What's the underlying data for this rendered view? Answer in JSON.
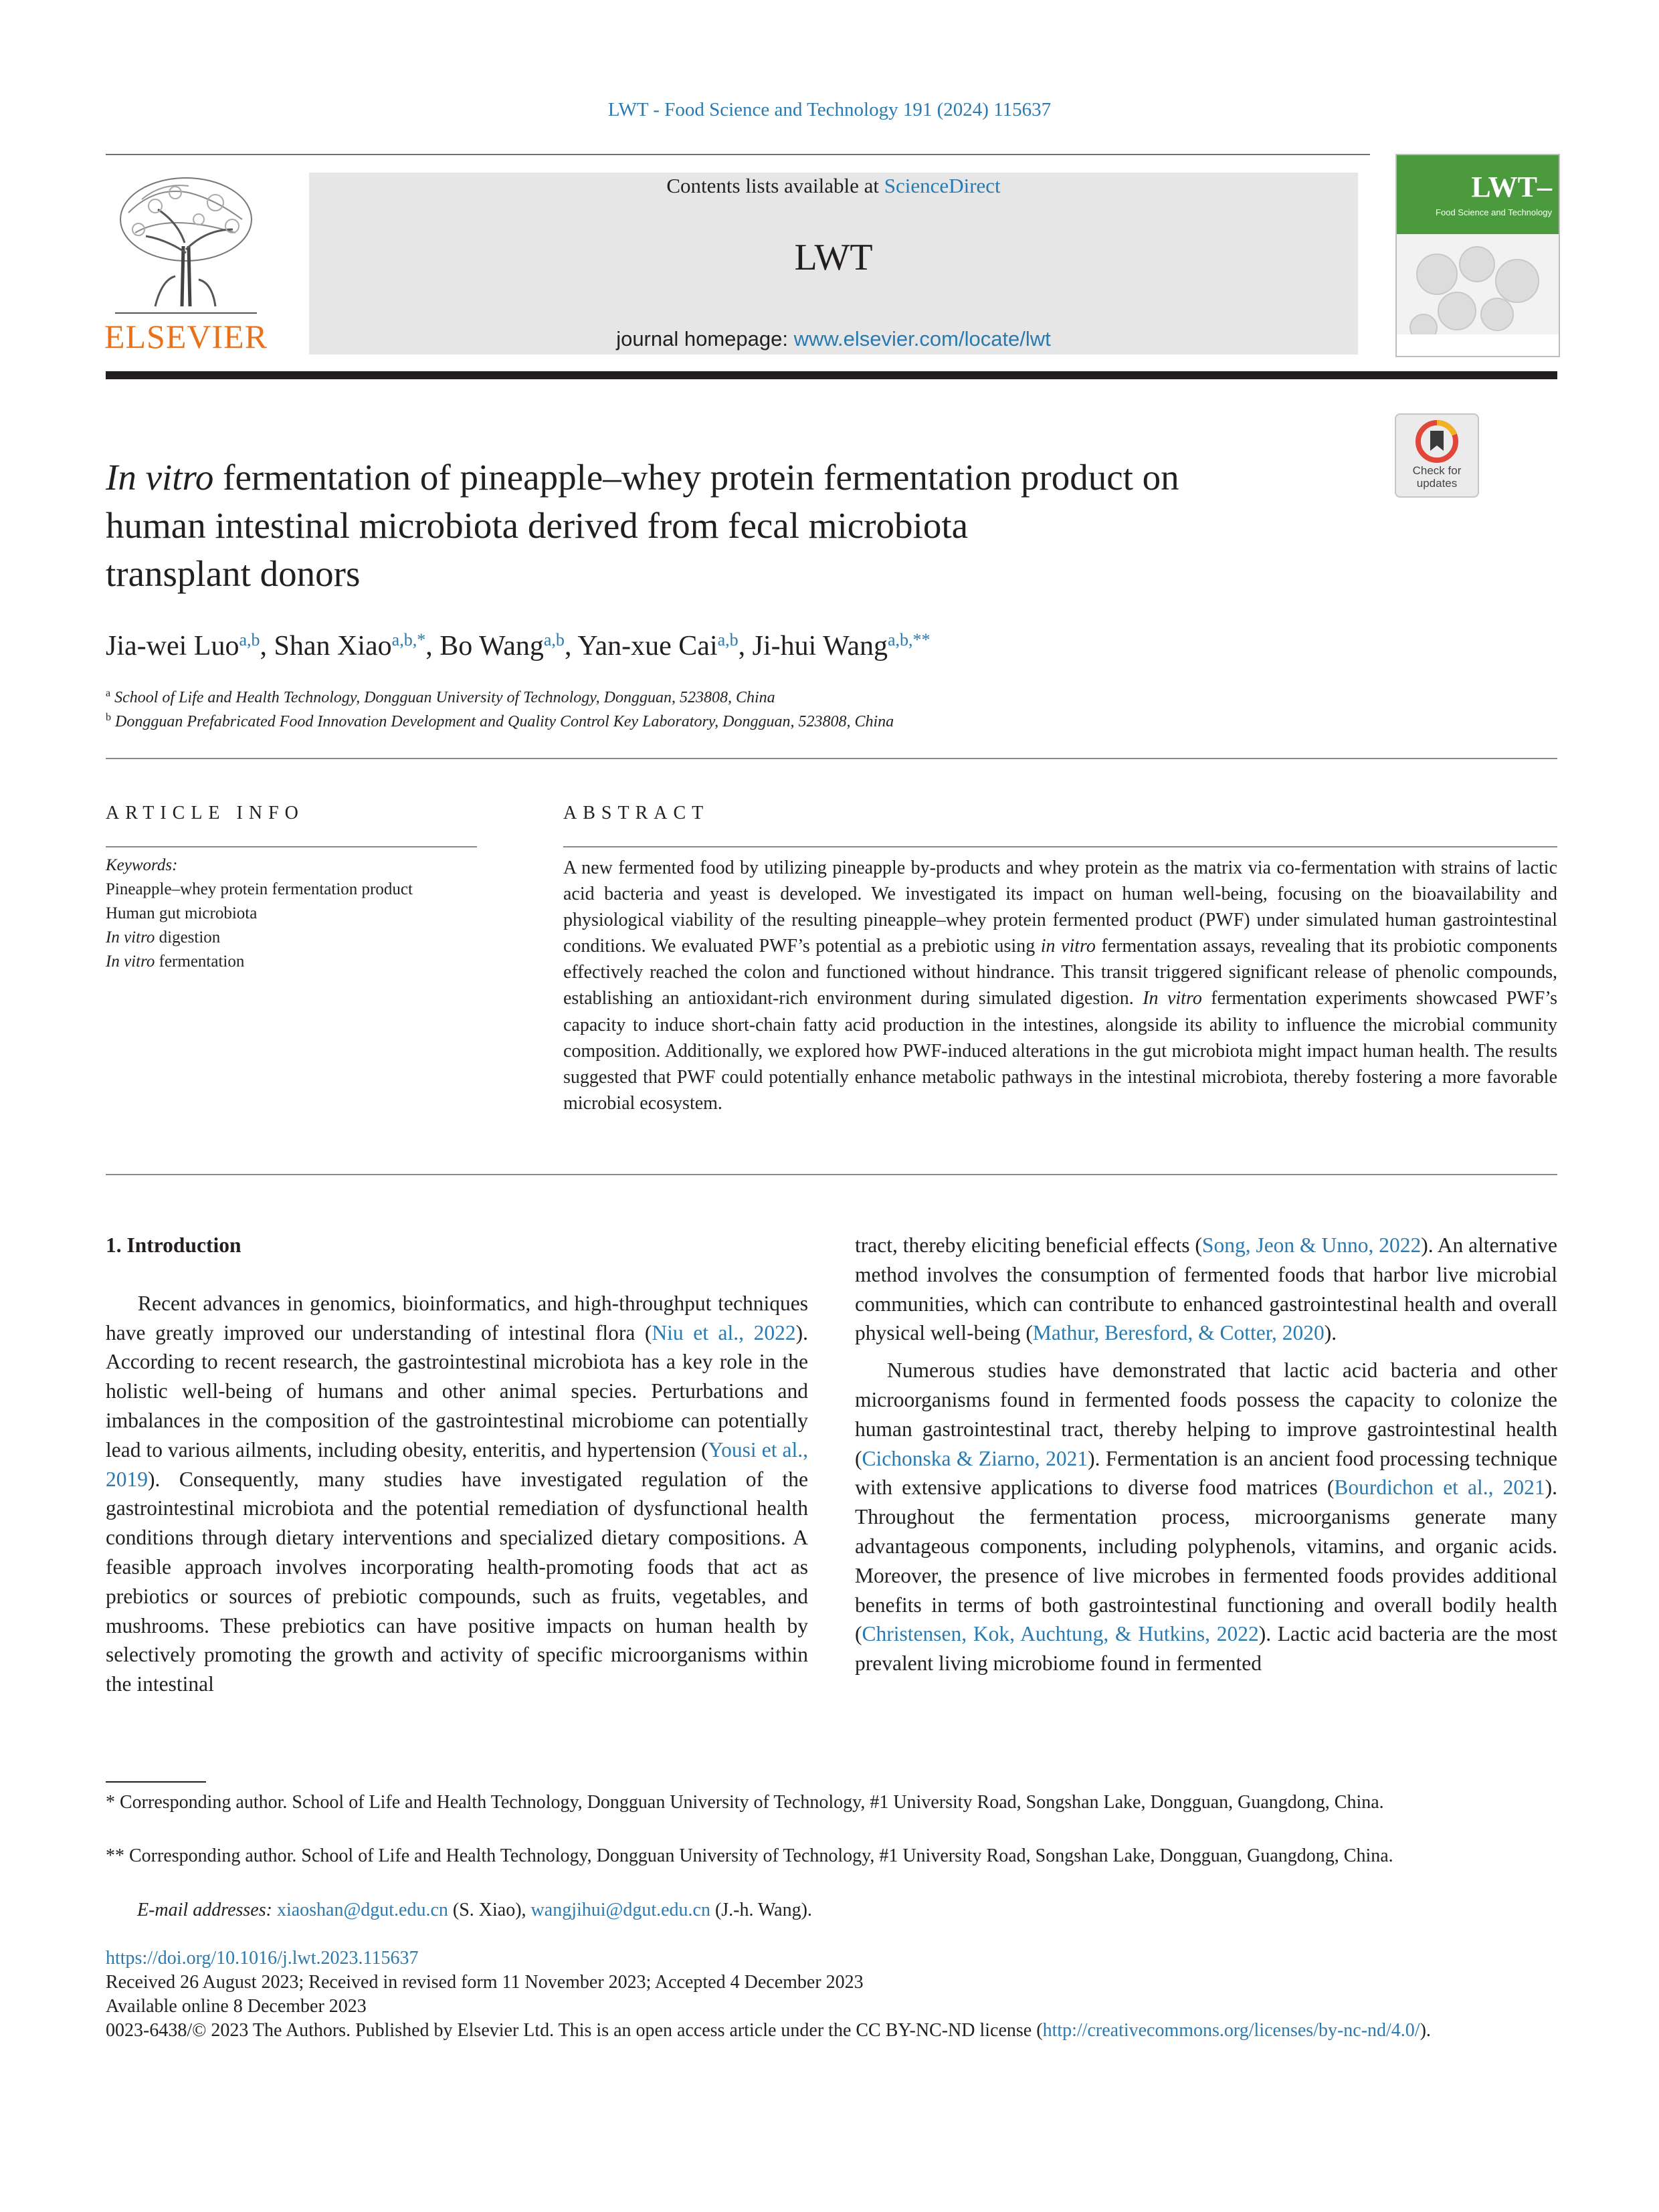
{
  "header": {
    "journal_ref": "LWT - Food Science and Technology 191 (2024) 115637",
    "contents_prefix": "Contents lists available at ",
    "contents_link": "ScienceDirect",
    "journal_name": "LWT",
    "homepage_prefix": "journal homepage: ",
    "homepage_link": "www.elsevier.com/locate/lwt",
    "publisher": "ELSEVIER",
    "cover_title": "LWT",
    "cover_subtitle": "Food Science and Technology",
    "check_badge": "Check for updates"
  },
  "article": {
    "title_italic": "In vitro",
    "title_rest": " fermentation of pineapple–whey protein fermentation product on",
    "title_line2": "human intestinal microbiota derived from fecal microbiota",
    "title_line3": "transplant donors",
    "authors": [
      {
        "name": "Jia-wei Luo",
        "sup": "a,b",
        "sep": ", "
      },
      {
        "name": "Shan Xiao",
        "sup": "a,b,*",
        "sep": ", "
      },
      {
        "name": "Bo Wang",
        "sup": "a,b",
        "sep": ", "
      },
      {
        "name": "Yan-xue Cai",
        "sup": "a,b",
        "sep": ", "
      },
      {
        "name": "Ji-hui Wang",
        "sup": "a,b,**",
        "sep": ""
      }
    ],
    "affiliations": [
      {
        "mark": "a",
        "text": "School of Life and Health Technology, Dongguan University of Technology, Dongguan, 523808, China"
      },
      {
        "mark": "b",
        "text": "Dongguan Prefabricated Food Innovation Development and Quality Control Key Laboratory, Dongguan, 523808, China"
      }
    ]
  },
  "article_info": {
    "heading": "ARTICLE INFO",
    "keywords_label": "Keywords:",
    "kw1": "Pineapple–whey protein fermentation product",
    "kw2": "Human gut microbiota",
    "kw3_italic": "In vitro",
    "kw3_rest": " digestion",
    "kw4_italic": "In vitro",
    "kw4_rest": " fermentation"
  },
  "abstract": {
    "heading": "ABSTRACT",
    "p1": "A new fermented food by utilizing pineapple by-products and whey protein as the matrix via co-fermentation with strains of lactic acid bacteria and yeast is developed. We investigated its impact on human well-being, focusing on the bioavailability and physiological viability of the resulting pineapple–whey protein fermented product (PWF) under simulated human gastrointestinal conditions. We evaluated PWF’s potential as a prebiotic using ",
    "i1": "in vitro",
    "p2": " fermentation assays, revealing that its probiotic components effectively reached the colon and functioned without hindrance. This transit triggered significant release of phenolic compounds, establishing an antioxidant-rich environment during simulated digestion. ",
    "i2": "In vitro",
    "p3": " fermentation experiments showcased PWF’s capacity to induce short-chain fatty acid production in the intestines, alongside its ability to influence the microbial community composition. Additionally, we explored how PWF-induced alterations in the gut microbiota might impact human health. The results suggested that PWF could potentially enhance metabolic pathways in the intestinal microbiota, thereby fostering a more favorable microbial ecosystem."
  },
  "intro": {
    "heading": "1.  Introduction",
    "l1a": "Recent advances in genomics, bioinformatics, and high-throughput techniques have greatly improved our understanding of intestinal flora (",
    "l1b": "Niu et al., 2022",
    "l1c": "). According to recent research, the gastrointestinal microbiota has a key role in the holistic well-being of humans and other animal species. Perturbations and imbalances in the composition of the gastrointestinal microbiome can potentially lead to various ailments, including obesity, enteritis, and hypertension (",
    "l1d": "Yousi et al., 2019",
    "l1e": "). Consequently, many studies have investigated regulation of the gastrointestinal microbiota and the potential remediation of dysfunctional health conditions through dietary interventions and specialized dietary compositions. A feasible approach involves incorporating health-promoting foods that act as prebiotics or sources of prebiotic compounds, such as fruits, vegetables, and mushrooms. These prebiotics can have positive impacts on human health by selectively promoting the growth and activity of specific microorganisms within the intestinal",
    "r1a": "tract, thereby eliciting beneficial effects (",
    "r1b": "Song, Jeon & Unno, 2022",
    "r1c": "). An alternative method involves the consumption of fermented foods that harbor live microbial communities, which can contribute to enhanced gastrointestinal health and overall physical well-being (",
    "r1d": "Mathur, Beresford, & Cotter, 2020",
    "r1e": ").",
    "r2a": "Numerous studies have demonstrated that lactic acid bacteria and other microorganisms found in fermented foods possess the capacity to colonize the human gastrointestinal tract, thereby helping to improve gastrointestinal health (",
    "r2b": "Cichonska & Ziarno, 2021",
    "r2c": "). Fermentation is an ancient food processing technique with extensive applications to diverse food matrices (",
    "r2d": "Bourdichon et al., 2021",
    "r2e": "). Throughout the fermentation process, microorganisms generate many advantageous components, including polyphenols, vitamins, and organic acids. Moreover, the presence of live microbes in fermented foods provides additional benefits in terms of both gastrointestinal functioning and overall bodily health (",
    "r2f": "Christensen, Kok, Auchtung, & Hutkins, 2022",
    "r2g": "). Lactic acid bacteria are the most prevalent living microbiome found in fermented"
  },
  "footnotes": {
    "fn1": " *  Corresponding author. School of Life and Health Technology, Dongguan University of Technology, #1 University Road, Songshan Lake, Dongguan, Guangdong, China.",
    "fn2": " **  Corresponding author. School of Life and Health Technology, Dongguan University of Technology, #1 University Road, Songshan Lake, Dongguan, Guangdong, China.",
    "email_label": "E-mail addresses: ",
    "email1": "xiaoshan@dgut.edu.cn",
    "email1_who": " (S. Xiao), ",
    "email2": "wangjihui@dgut.edu.cn",
    "email2_who": " (J.-h. Wang)."
  },
  "meta": {
    "doi": "https://doi.org/10.1016/j.lwt.2023.115637",
    "received": "Received 26 August 2023; Received in revised form 11 November 2023; Accepted 4 December 2023",
    "available": "Available online 8 December 2023",
    "license_prefix": "0023-6438/© 2023 The Authors. Published by Elsevier Ltd. This is an open access article under the CC BY-NC-ND license (",
    "license_link": "http://creativecommons.org/licenses/by-nc-nd/4.0/",
    "license_suffix": ")."
  }
}
